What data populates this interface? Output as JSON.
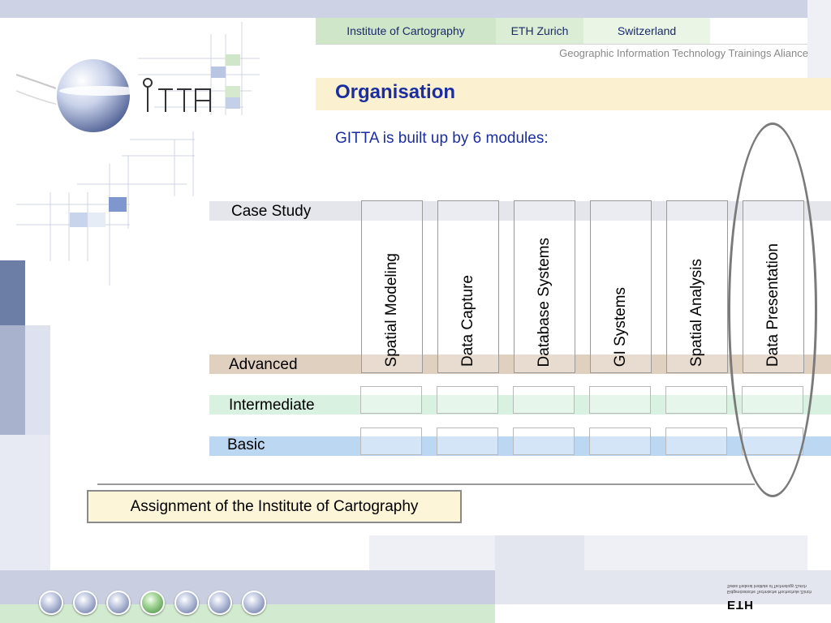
{
  "header": {
    "tabs": [
      {
        "label": "Institute of Cartography",
        "color": "#cfe6c8"
      },
      {
        "label": "ETH Zurich",
        "color": "#dbeed5"
      },
      {
        "label": "Switzerland",
        "color": "#eaf5e6"
      }
    ],
    "subtitle": "Geographic Information Technology Trainings Aliance",
    "logo_text": "GITTA"
  },
  "slide": {
    "title": "Organisation",
    "subtitle": "GITTA is built up by 6 modules:",
    "levels": [
      {
        "label": "Case Study",
        "color": "#e4e6ec"
      },
      {
        "label": "Advanced",
        "color": "#e0d0c0"
      },
      {
        "label": "Intermediate",
        "color": "#d9f1e0"
      },
      {
        "label": "Basic",
        "color": "#bcd7f1"
      }
    ],
    "modules": [
      {
        "label": "Spatial Modeling"
      },
      {
        "label": "Data Capture"
      },
      {
        "label": "Database Systems"
      },
      {
        "label": "GI Systems"
      },
      {
        "label": "Spatial Analysis"
      },
      {
        "label": "Data Presentation"
      }
    ],
    "highlighted_module": "Data Presentation",
    "assignment": "Assignment of the Institute of Cartography"
  },
  "footer": {
    "nav_count": 7,
    "active_nav_index": 4,
    "eth_lines": [
      "Eidgenössische Technische Hochschule Zürich",
      "Swiss Federal Institute of Technology Zurich"
    ],
    "eth_logo": "ETH"
  }
}
